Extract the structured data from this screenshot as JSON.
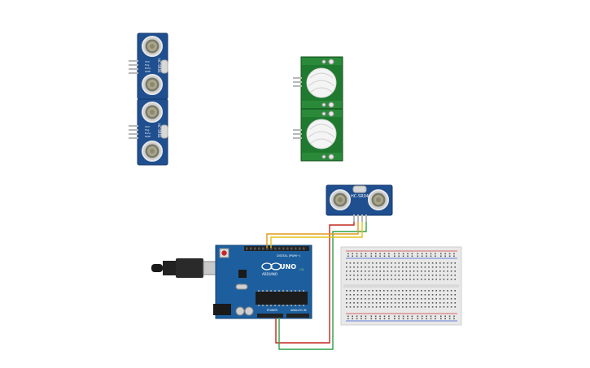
{
  "canvas": {
    "background": "#ffffff",
    "wire_colors": {
      "red": "#c2271f",
      "green": "#2ea043",
      "orange": "#e39a1b",
      "yellow": "#e4c21c"
    }
  },
  "ultrasonic_sensor": {
    "model_label": "HC-SR04",
    "pins": [
      "VCC",
      "Trig",
      "Echo",
      "GND"
    ],
    "color": "#1f4f8f"
  },
  "pir_sensor": {
    "color": "#1f7a2f"
  },
  "arduino": {
    "brand": "ARDUINO",
    "model": "UNO",
    "digital_label": "DIGITAL (PWM~)",
    "power_label": "POWER",
    "analog_label": "ANALOG IN",
    "on_label": "ON",
    "color": "#1d5f9e"
  },
  "breadboard": {
    "color": "#e8e8e8"
  }
}
